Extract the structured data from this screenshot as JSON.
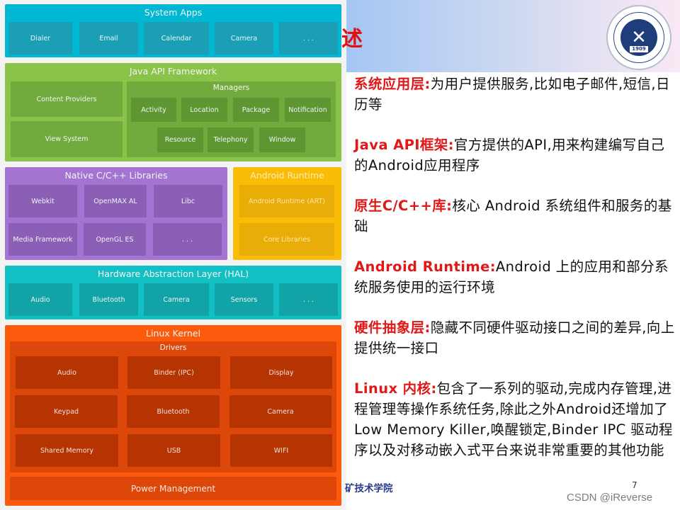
{
  "diagram": {
    "system_apps": {
      "title": "System Apps",
      "items": [
        "Dialer",
        "Email",
        "Calendar",
        "Camera",
        ". . ."
      ]
    },
    "java_api": {
      "title": "Java API Framework",
      "left": [
        "Content Providers",
        "View System"
      ],
      "managers": {
        "title": "Managers",
        "row1": [
          "Activity",
          "Location",
          "Package",
          "Notification"
        ],
        "row2": [
          "Resource",
          "Telephony",
          "Window"
        ]
      }
    },
    "native_libs": {
      "title": "Native C/C++ Libraries",
      "items": [
        "Webkit",
        "OpenMAX AL",
        "Libc",
        "Media Framework",
        "OpenGL ES",
        ". . ."
      ]
    },
    "android_runtime": {
      "title": "Android Runtime",
      "items": [
        "Android Runtime (ART)",
        "Core Libraries"
      ]
    },
    "hal": {
      "title": "Hardware Abstraction Layer (HAL)",
      "items": [
        "Audio",
        "Bluetooth",
        "Camera",
        "Sensors",
        ". . ."
      ]
    },
    "kernel": {
      "title": "Linux Kernel",
      "drivers_title": "Drivers",
      "drivers": [
        "Audio",
        "Binder (IPC)",
        "Display",
        "Keypad",
        "Bluetooth",
        "Camera",
        "Shared Memory",
        "USB",
        "WIFI"
      ],
      "power": "Power Management"
    }
  },
  "slide": {
    "title_fragment": "述",
    "logo": {
      "year": "1909",
      "icon": "university-seal-icon"
    },
    "descriptions": [
      {
        "term": "系统应用层:",
        "text": "为用户提供服务,比如电子邮件,短信,日历等"
      },
      {
        "term": "Java API框架:",
        "text": "官方提供的API,用来构建编写自己的Android应用程序"
      },
      {
        "term": "原生C/C++库:",
        "text": "核心 Android 系统组件和服务的基础"
      },
      {
        "term": "Android Runtime:",
        "text": "Android 上的应用和部分系统服务使用的运行环境"
      },
      {
        "term": "硬件抽象层:",
        "text": "隐藏不同硬件驱动接口之间的差异,向上提供统一接口"
      },
      {
        "term": "Linux 内核:",
        "text": "包含了一系列的驱动,完成内存管理,进程管理等操作系统任务,除此之外Android还增加了Low Memory Killer,唤醒锁定,Binder IPC 驱动程序以及对移动嵌入式平台来说非常重要的其他功能"
      }
    ],
    "footer_school": "矿技术学院",
    "page_number": "7"
  },
  "watermark": "CSDN @iReverse",
  "colors": {
    "system_apps": "#00b8d4",
    "java_api": "#8bc34a",
    "native_libs": "#a474d2",
    "android_runtime": "#fbbc05",
    "hal": "#12c0c4",
    "kernel": "#fc5a0c",
    "term_red": "#e01818"
  }
}
